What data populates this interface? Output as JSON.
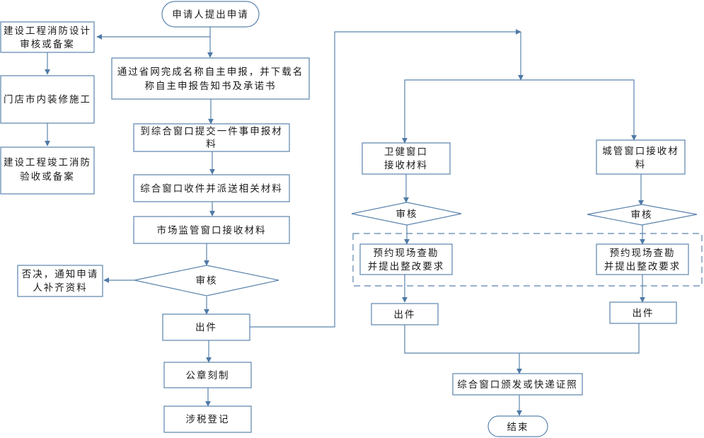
{
  "colors": {
    "line": "#5b84ad",
    "text": "#1a1a1a",
    "background": "#ffffff"
  },
  "nodes": {
    "start": {
      "shape": "terminal",
      "lines": [
        "申请人提出申请"
      ]
    },
    "fire_design": {
      "shape": "process",
      "lines": [
        "建设工程消防设计",
        "审核或备案"
      ]
    },
    "renovation": {
      "shape": "process",
      "lines": [
        "门店市内装修施工"
      ]
    },
    "fire_acceptance": {
      "shape": "process",
      "lines": [
        "建设工程竣工消防",
        "验收或备案"
      ]
    },
    "online_declare": {
      "shape": "process",
      "lines": [
        "通过省网完成名称自主申报，并下载名",
        "称自主申报告知书及承诺书"
      ]
    },
    "submit_materials": {
      "shape": "process",
      "lines": [
        "到综合窗口提交一件事申报材",
        "料"
      ]
    },
    "dispatch": {
      "shape": "process",
      "lines": [
        "综合窗口收件并派送相关材料"
      ]
    },
    "market_receive": {
      "shape": "process",
      "lines": [
        "市场监管窗口接收材料"
      ]
    },
    "market_review": {
      "shape": "decision",
      "lines": [
        "审核"
      ]
    },
    "reject": {
      "shape": "process",
      "lines": [
        "否决，通知申请",
        "人补齐资料"
      ]
    },
    "market_issue": {
      "shape": "process",
      "lines": [
        "出件"
      ]
    },
    "seal": {
      "shape": "process",
      "lines": [
        "公章刻制"
      ]
    },
    "tax": {
      "shape": "process",
      "lines": [
        "涉税登记"
      ]
    },
    "health_receive": {
      "shape": "process",
      "lines": [
        "卫健窗口",
        "接收材料"
      ]
    },
    "urban_receive": {
      "shape": "process",
      "lines": [
        "城管窗口接收材",
        "料"
      ]
    },
    "health_review": {
      "shape": "decision",
      "lines": [
        "审核"
      ]
    },
    "urban_review": {
      "shape": "decision",
      "lines": [
        "审核"
      ]
    },
    "health_inspect": {
      "shape": "process",
      "lines": [
        "预约现场查勘",
        "并提出整改要求"
      ]
    },
    "urban_inspect": {
      "shape": "process",
      "lines": [
        "预约现场查勘",
        "并提出整改要求"
      ]
    },
    "health_issue": {
      "shape": "process",
      "lines": [
        "出件"
      ]
    },
    "urban_issue": {
      "shape": "process",
      "lines": [
        "出件"
      ]
    },
    "deliver": {
      "shape": "process",
      "lines": [
        "综合窗口颁发或快递证照"
      ]
    },
    "end": {
      "shape": "terminal",
      "lines": [
        "结束"
      ]
    }
  },
  "edges": [
    {
      "from": "start",
      "to": "fire_design"
    },
    {
      "from": "start",
      "to": "online_declare"
    },
    {
      "from": "fire_design",
      "to": "renovation"
    },
    {
      "from": "renovation",
      "to": "fire_acceptance"
    },
    {
      "from": "online_declare",
      "to": "submit_materials"
    },
    {
      "from": "submit_materials",
      "to": "dispatch"
    },
    {
      "from": "dispatch",
      "to": "market_receive"
    },
    {
      "from": "market_receive",
      "to": "market_review"
    },
    {
      "from": "market_review",
      "to": "reject"
    },
    {
      "from": "market_review",
      "to": "market_issue"
    },
    {
      "from": "market_issue",
      "to": "seal"
    },
    {
      "from": "seal",
      "to": "tax"
    },
    {
      "from": "market_issue",
      "to": "health_receive"
    },
    {
      "from": "market_issue",
      "to": "urban_receive"
    },
    {
      "from": "health_receive",
      "to": "health_review"
    },
    {
      "from": "urban_receive",
      "to": "urban_review"
    },
    {
      "from": "health_review",
      "to": "health_inspect"
    },
    {
      "from": "urban_review",
      "to": "urban_inspect"
    },
    {
      "from": "health_inspect",
      "to": "health_issue"
    },
    {
      "from": "urban_inspect",
      "to": "urban_issue"
    },
    {
      "from": "health_issue",
      "to": "deliver"
    },
    {
      "from": "urban_issue",
      "to": "deliver"
    },
    {
      "from": "deliver",
      "to": "end"
    }
  ],
  "groups": [
    {
      "name": "inspection-group",
      "style": "dashed",
      "members": [
        "health_inspect",
        "urban_inspect"
      ]
    }
  ]
}
